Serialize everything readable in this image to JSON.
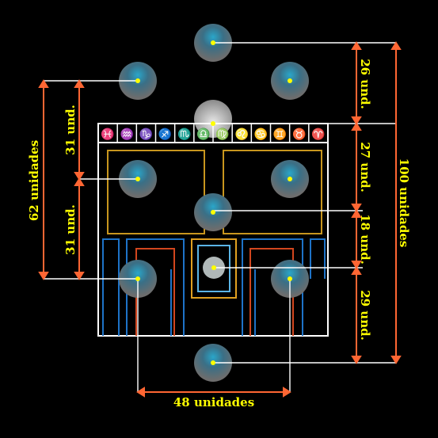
{
  "labels": {
    "total_height": "100 unidades",
    "left_height": "62 unidades",
    "left_upper": "31 und.",
    "left_lower": "31 und.",
    "right_1": "26 und.",
    "right_2": "27 und.",
    "right_3": "18 und.",
    "right_4": "29 und.",
    "bottom_width": "48 unidades"
  },
  "zodiac_signs": [
    "♓",
    "♒",
    "♑",
    "♐",
    "♏",
    "♎",
    "♍",
    "♌",
    "♋",
    "♊",
    "♉",
    "♈"
  ],
  "colors": {
    "background": "#000000",
    "measure_text": "#ffff00",
    "dimension_line": "#ff6633",
    "leader_line": "#ffffff",
    "frame": "#ffffff",
    "panel_gold": "#c8961e",
    "pillar_blue": "#1e73c8",
    "pillar_red": "#d2461e",
    "sign_green": "#2ecc40"
  }
}
